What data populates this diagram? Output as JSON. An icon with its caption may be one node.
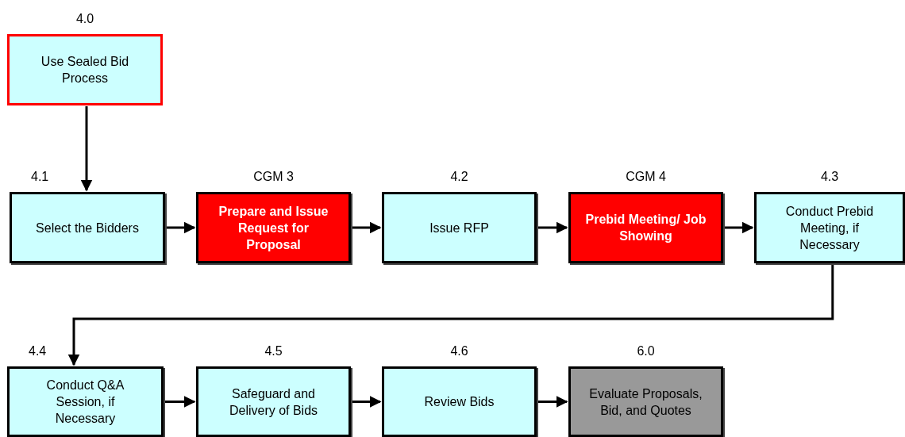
{
  "diagram": {
    "nodes": [
      {
        "text": [
          "Use Sealed Bid Process"
        ],
        "beside": [
          "4.0"
        ]
      },
      {
        "text": [
          "Select the Bidders"
        ],
        "beside": [
          "4.1"
        ]
      },
      {
        "text": [
          "Prepare and Issue Request for Proposal"
        ],
        "beside": [
          "CGM 3"
        ]
      },
      {
        "text": [
          "Issue RFP"
        ],
        "beside": [
          "4.2"
        ]
      },
      {
        "text": [
          "Prebid Meeting/ Job Showing"
        ],
        "beside": [
          "CGM 4"
        ]
      },
      {
        "text": [
          "Conduct Prebid Meeting, if Necessary"
        ],
        "beside": [
          "4.3"
        ]
      },
      {
        "text": [
          "Conduct Q&A Session, if Necessary"
        ],
        "beside": [
          "4.4"
        ]
      },
      {
        "text": [
          "Safeguard and Delivery of Bids"
        ],
        "beside": [
          "4.5"
        ]
      },
      {
        "text": [
          "Review Bids"
        ],
        "beside": [
          "4.6"
        ]
      },
      {
        "text": [
          "Evaluate Proposals, Bid, and Quotes"
        ],
        "beside": [
          "6.0"
        ]
      }
    ],
    "edges": [
      {
        "from": 0,
        "to": 1,
        "arrow": "to"
      },
      {
        "from": 1,
        "to": 2,
        "arrow": "to"
      },
      {
        "from": 2,
        "to": 3,
        "arrow": "to"
      },
      {
        "from": 3,
        "to": 4,
        "arrow": "to"
      },
      {
        "from": 4,
        "to": 5,
        "arrow": "to"
      },
      {
        "from": 5,
        "to": 6,
        "arrow": "to"
      },
      {
        "from": 6,
        "to": 7,
        "arrow": "to"
      },
      {
        "from": 7,
        "to": 8,
        "arrow": "to"
      },
      {
        "from": 8,
        "to": 9,
        "arrow": "to"
      }
    ]
  }
}
